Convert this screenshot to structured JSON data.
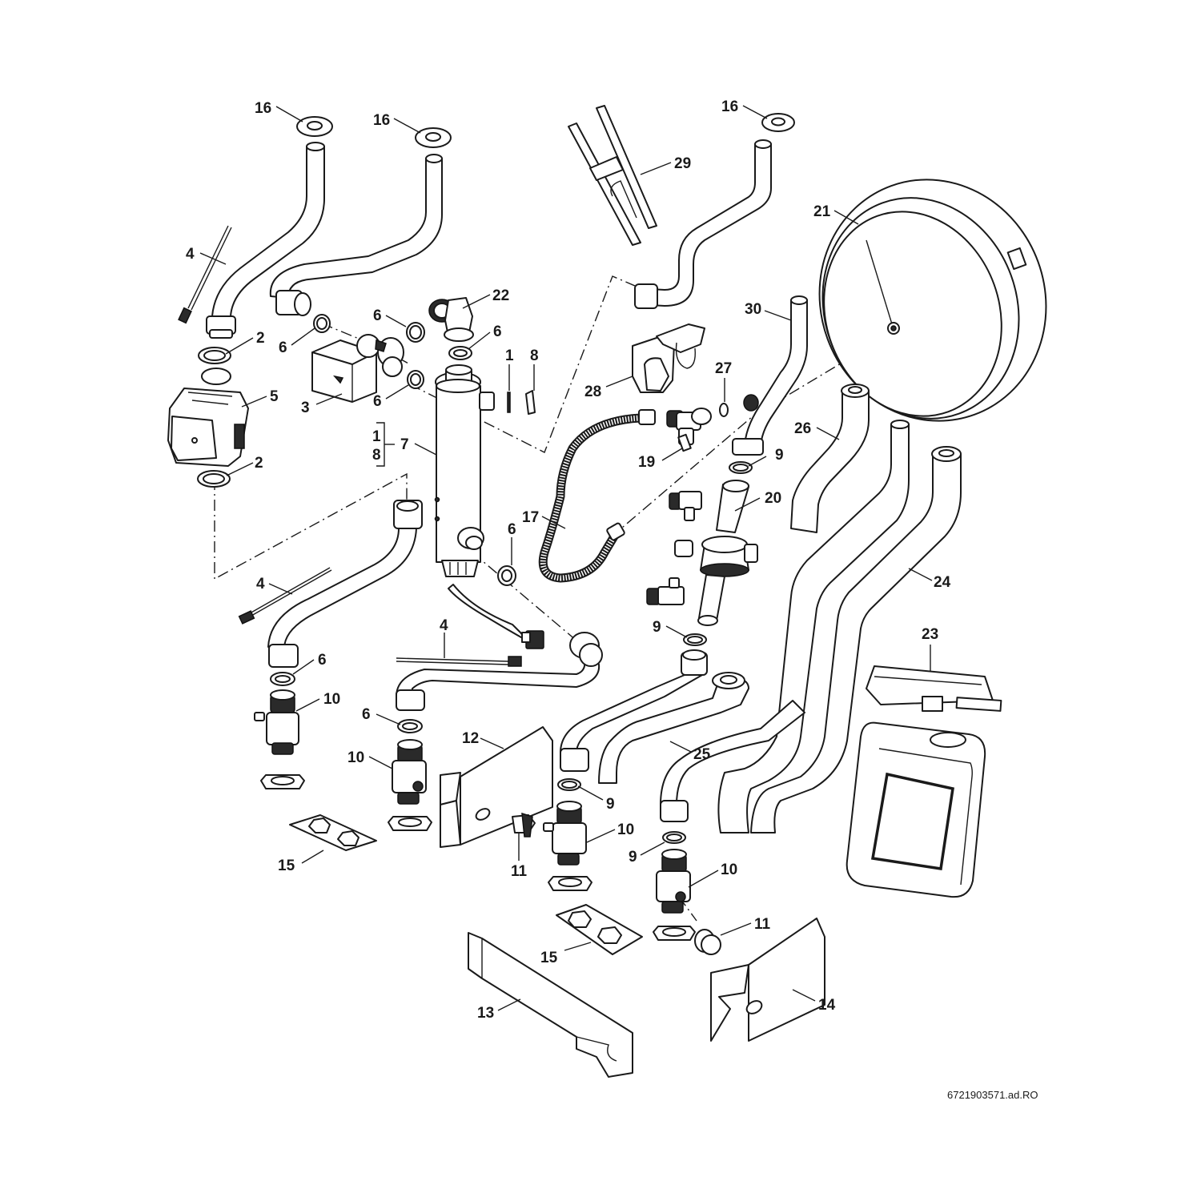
{
  "diagram": {
    "type": "exploded-parts-drawing",
    "reference_code": "6721903571.ad.RO",
    "colors": {
      "line": "#1a1a1a",
      "background": "#ffffff"
    }
  },
  "callouts": [
    {
      "id": "c16a",
      "label": "16",
      "part": "flat gasket (pipe top)"
    },
    {
      "id": "c16b",
      "label": "16",
      "part": "flat gasket (pipe top)"
    },
    {
      "id": "c16c",
      "label": "16",
      "part": "flat gasket (pipe top)"
    },
    {
      "id": "c29",
      "label": "29",
      "part": "pipe bracket"
    },
    {
      "id": "c21",
      "label": "21",
      "part": "expansion vessel"
    },
    {
      "id": "c4a",
      "label": "4",
      "part": "temperature sensor"
    },
    {
      "id": "c22",
      "label": "22",
      "part": "elbow fitting"
    },
    {
      "id": "c6a",
      "label": "6",
      "part": "gasket"
    },
    {
      "id": "c6b",
      "label": "6",
      "part": "gasket"
    },
    {
      "id": "c6c",
      "label": "6",
      "part": "gasket"
    },
    {
      "id": "c6d",
      "label": "6",
      "part": "gasket"
    },
    {
      "id": "c2a",
      "label": "2",
      "part": "pump gasket"
    },
    {
      "id": "c2b",
      "label": "2",
      "part": "pump gasket"
    },
    {
      "id": "c1",
      "label": "1",
      "part": "o-ring"
    },
    {
      "id": "c8",
      "label": "8",
      "part": "cap"
    },
    {
      "id": "c30",
      "label": "30",
      "part": "pipe"
    },
    {
      "id": "c28",
      "label": "28",
      "part": "valve fitting"
    },
    {
      "id": "c27",
      "label": "27",
      "part": "seal"
    },
    {
      "id": "c5",
      "label": "5",
      "part": "circulation pump"
    },
    {
      "id": "c3",
      "label": "3",
      "part": "3-way valve actuator"
    },
    {
      "id": "c1b",
      "label": "1",
      "part": "o-ring (kit)"
    },
    {
      "id": "c8b",
      "label": "8",
      "part": "cap (kit)"
    },
    {
      "id": "c7",
      "label": "7",
      "part": "hydraulic separator / heater"
    },
    {
      "id": "c26",
      "label": "26",
      "part": "pipe"
    },
    {
      "id": "c19",
      "label": "19",
      "part": "valve assembly"
    },
    {
      "id": "c9a",
      "label": "9",
      "part": "gasket"
    },
    {
      "id": "c20",
      "label": "20",
      "part": "safety group"
    },
    {
      "id": "c17",
      "label": "17",
      "part": "flexible hose"
    },
    {
      "id": "c6e",
      "label": "6",
      "part": "gasket"
    },
    {
      "id": "c4b",
      "label": "4",
      "part": "temperature sensor"
    },
    {
      "id": "c24",
      "label": "24",
      "part": "pipe"
    },
    {
      "id": "c9b",
      "label": "9",
      "part": "gasket"
    },
    {
      "id": "c4c",
      "label": "4",
      "part": "temperature sensor"
    },
    {
      "id": "c6f",
      "label": "6",
      "part": "gasket"
    },
    {
      "id": "c23",
      "label": "23",
      "part": "display cover"
    },
    {
      "id": "c10a",
      "label": "10",
      "part": "service valve"
    },
    {
      "id": "c6g",
      "label": "6",
      "part": "gasket"
    },
    {
      "id": "c12",
      "label": "12",
      "part": "bracket"
    },
    {
      "id": "c25",
      "label": "25",
      "part": "pipe"
    },
    {
      "id": "c10b",
      "label": "10",
      "part": "service valve"
    },
    {
      "id": "c9c",
      "label": "9",
      "part": "gasket"
    },
    {
      "id": "c10c",
      "label": "10",
      "part": "service valve"
    },
    {
      "id": "c15a",
      "label": "15",
      "part": "mounting plate"
    },
    {
      "id": "c11a",
      "label": "11",
      "part": "valve handle"
    },
    {
      "id": "c9d",
      "label": "9",
      "part": "gasket"
    },
    {
      "id": "c10d",
      "label": "10",
      "part": "service valve"
    },
    {
      "id": "c11b",
      "label": "11",
      "part": "valve handle"
    },
    {
      "id": "c15b",
      "label": "15",
      "part": "mounting plate"
    },
    {
      "id": "c13",
      "label": "13",
      "part": "bracket"
    },
    {
      "id": "c14",
      "label": "14",
      "part": "bracket"
    }
  ]
}
